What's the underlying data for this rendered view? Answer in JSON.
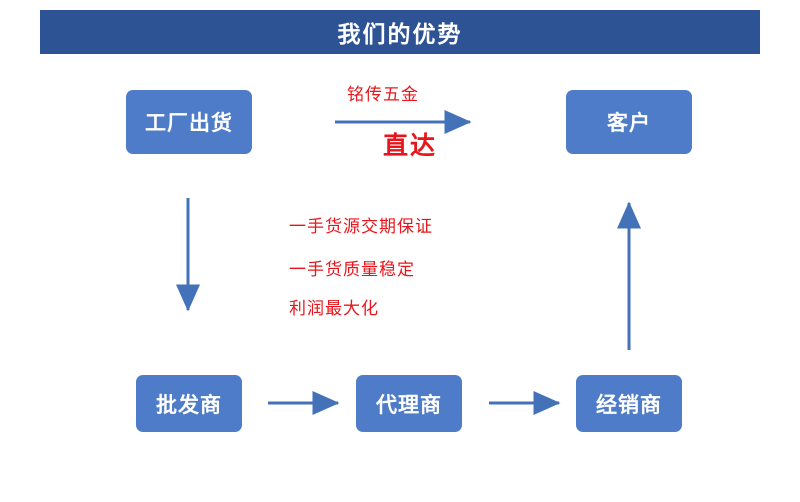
{
  "header": {
    "title": "我们的优势",
    "background_color": "#2e5395",
    "text_color": "#ffffff"
  },
  "theme": {
    "box_color": "#4f7cc8",
    "arrow_color": "#4472b8",
    "note_color": "#e8161c"
  },
  "nodes": [
    {
      "id": "factory",
      "label": "工厂出货"
    },
    {
      "id": "customer",
      "label": "客户"
    },
    {
      "id": "wholesale",
      "label": "批发商"
    },
    {
      "id": "agent",
      "label": "代理商"
    },
    {
      "id": "dealer",
      "label": "经销商"
    }
  ],
  "labels": {
    "brand": "铭传五金",
    "direct": "直达",
    "note_1": "一手货源交期保证",
    "note_2": "一手货质量稳定",
    "note_3": "利润最大化"
  },
  "connectors": [
    {
      "id": "factory-to-customer",
      "from": "factory",
      "to": "customer",
      "direction": "right"
    },
    {
      "id": "factory-to-wholesale",
      "from": "factory",
      "to": "wholesale",
      "direction": "down"
    },
    {
      "id": "wholesale-to-agent",
      "from": "wholesale",
      "to": "agent",
      "direction": "right"
    },
    {
      "id": "agent-to-dealer",
      "from": "agent",
      "to": "dealer",
      "direction": "right"
    },
    {
      "id": "dealer-to-customer",
      "from": "dealer",
      "to": "customer",
      "direction": "up"
    }
  ]
}
